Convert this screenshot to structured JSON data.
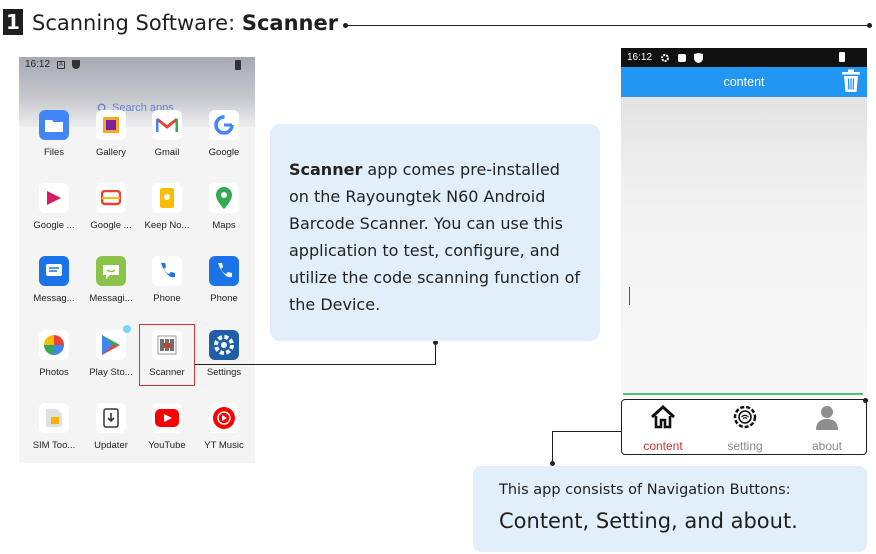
{
  "header": {
    "step_number": "1",
    "title_prefix": "Scanning Software: ",
    "title_bold": "Scanner"
  },
  "launcher": {
    "status_time": "16:12",
    "search_placeholder": "Search apps",
    "apps": [
      {
        "label": "Files",
        "icon": "folder-icon",
        "color": "#4285f4"
      },
      {
        "label": "Gallery",
        "icon": "gallery-icon",
        "color": "#9c4fb3"
      },
      {
        "label": "Gmail",
        "icon": "gmail-icon",
        "color": "#ea4335"
      },
      {
        "label": "Google",
        "icon": "google-icon",
        "color": "#4285f4"
      },
      {
        "label": "Google ...",
        "icon": "play-movies-icon",
        "color": "#d81b60"
      },
      {
        "label": "Google ...",
        "icon": "google-tv-icon",
        "color": "#34a853"
      },
      {
        "label": "Keep No...",
        "icon": "keep-notes-icon",
        "color": "#fbbc04"
      },
      {
        "label": "Maps",
        "icon": "maps-icon",
        "color": "#34a853"
      },
      {
        "label": "Messag...",
        "icon": "messages-icon",
        "color": "#1a73e8"
      },
      {
        "label": "Messagi...",
        "icon": "messaging-icon",
        "color": "#8bc34a"
      },
      {
        "label": "Phone",
        "icon": "phone-icon",
        "color": "#1a73e8"
      },
      {
        "label": "Phone",
        "icon": "phone-blue-icon",
        "color": "#1a73e8"
      },
      {
        "label": "Photos",
        "icon": "photos-icon",
        "color": "#fbbc04"
      },
      {
        "label": "Play Sto...",
        "icon": "play-store-icon",
        "color": "#34a853"
      },
      {
        "label": "Scanner",
        "icon": "scanner-icon",
        "color": "#444444"
      },
      {
        "label": "Settings",
        "icon": "settings-icon",
        "color": "#1f5ea8"
      },
      {
        "label": "SIM Too...",
        "icon": "sim-toolkit-icon",
        "color": "#f4b400"
      },
      {
        "label": "Updater",
        "icon": "updater-icon",
        "color": "#333333"
      },
      {
        "label": "YouTube",
        "icon": "youtube-icon",
        "color": "#ff0000"
      },
      {
        "label": "YT Music",
        "icon": "yt-music-icon",
        "color": "#ff0000"
      }
    ]
  },
  "callout": {
    "bold": "Scanner",
    "text": " app comes pre-installed on the Rayoungtek N60 Android Barcode Scanner. You can use this application to test, configure, and utilize the code scanning function of the Device."
  },
  "phone": {
    "status_time": "16:12",
    "appbar_title": "content",
    "nav": [
      {
        "label": "content",
        "icon": "home-icon"
      },
      {
        "label": "setting",
        "icon": "setting-icon"
      },
      {
        "label": "about",
        "icon": "person-icon"
      }
    ]
  },
  "callout2": {
    "line1": "This app consists of Navigation Buttons:",
    "line2": "Content, Setting, and about."
  },
  "colors": {
    "accent_blue": "#2196f3",
    "callout_bg": "#e1effb",
    "active_nav": "#d23030",
    "highlight_border": "#d6322d"
  }
}
